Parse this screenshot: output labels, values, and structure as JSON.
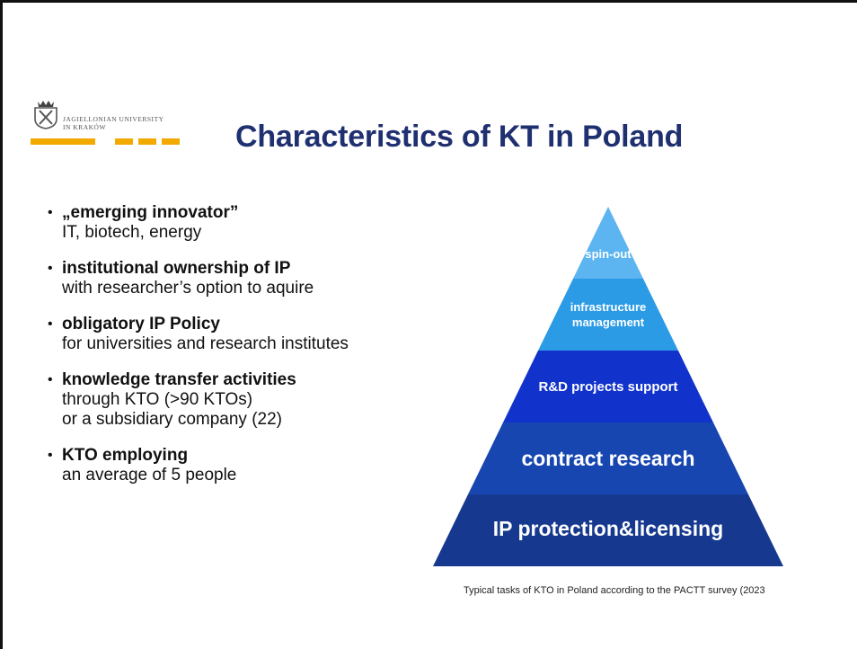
{
  "logo": {
    "line1": "JAGIELLONIAN UNIVERSITY",
    "line2": "IN KRAKÓW",
    "accent_color": "#f2a900"
  },
  "title": "Characteristics of KT in Poland",
  "bullets": [
    {
      "head": "„emerging innovator”",
      "lines": [
        "IT, biotech, energy"
      ]
    },
    {
      "head": "institutional ownership of IP",
      "lines": [
        "with researcher’s option to aquire"
      ]
    },
    {
      "head": "obligatory IP Policy",
      "lines": [
        "for universities and research institutes"
      ]
    },
    {
      "head": "knowledge transfer activities",
      "lines": [
        "through KTO (>90 KTOs)",
        "or a subsidiary company (22)"
      ]
    },
    {
      "head": "KTO employing",
      "lines": [
        "an average of 5 people"
      ]
    }
  ],
  "pyramid": {
    "tiers": [
      {
        "lines": [
          "spin-out"
        ],
        "color": "#5cb4f0"
      },
      {
        "lines": [
          "infrastructure",
          "management"
        ],
        "color": "#2b9be6"
      },
      {
        "lines": [
          "R&D projects support"
        ],
        "color": "#1133cc"
      },
      {
        "lines": [
          "contract research"
        ],
        "color": "#1746b0"
      },
      {
        "lines": [
          "IP protection&licensing"
        ],
        "color": "#16398f"
      }
    ]
  },
  "caption": "Typical tasks of KTO in Poland according to the PACTT survey (2023"
}
